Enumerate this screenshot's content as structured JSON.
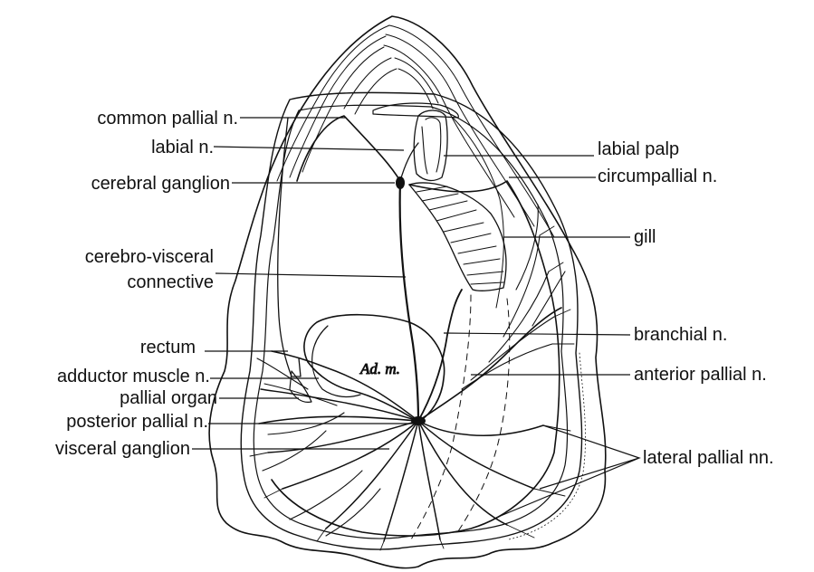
{
  "labels": {
    "common_pallial_n": "common pallial n.",
    "labial_n": "labial n.",
    "cerebral_ganglion": "cerebral ganglion",
    "cerebro_visceral_1": "cerebro-visceral",
    "cerebro_visceral_2": "connective",
    "rectum": "rectum",
    "adductor_muscle_n": "adductor muscle n.",
    "pallial_organ": "pallial organ",
    "posterior_pallial_n": "posterior pallial n.",
    "visceral_ganglion": "visceral ganglion",
    "labial_palp": "labial palp",
    "circumpallial_n": "circumpallial n.",
    "gill": "gill",
    "branchial_n": "branchial n.",
    "anterior_pallial_n": "anterior pallial n.",
    "lateral_pallial_nn": "lateral pallial nn.",
    "adductor_muscle_abbr": "Ad. m."
  },
  "colors": {
    "ink": "#111111",
    "paper": "#ffffff"
  }
}
